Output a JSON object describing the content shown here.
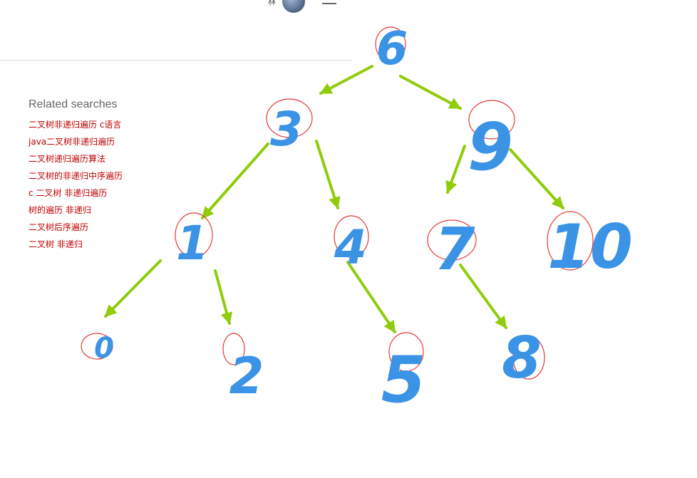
{
  "header": {
    "username": "林",
    "avatar_icon": "user-avatar",
    "menu_icon": "minimize-icon"
  },
  "related_searches": {
    "title": "Related searches",
    "items": [
      {
        "label": "二叉树非递归遍历 c语言"
      },
      {
        "label": "java二叉树非递归遍历"
      },
      {
        "label": "二叉树递归遍历算法"
      },
      {
        "label": "二叉树的非递归中序遍历"
      },
      {
        "label": "c 二叉树 非递归遍历"
      },
      {
        "label": "树的遍历 非递归"
      },
      {
        "label": "二叉树后序遍历"
      },
      {
        "label": "二叉树 非递归"
      }
    ],
    "link_color": "#c00000"
  },
  "tree": {
    "node_color": "#3b93e6",
    "circle_color": "#e53935",
    "arrow_color": "#8fcc0a",
    "nodes": [
      {
        "id": "n6",
        "label": "6"
      },
      {
        "id": "n3",
        "label": "3"
      },
      {
        "id": "n9",
        "label": "9"
      },
      {
        "id": "n1",
        "label": "1"
      },
      {
        "id": "n4",
        "label": "4"
      },
      {
        "id": "n7",
        "label": "7"
      },
      {
        "id": "n10",
        "label": "10"
      },
      {
        "id": "n0",
        "label": "0"
      },
      {
        "id": "n2",
        "label": "2"
      },
      {
        "id": "n5",
        "label": "5"
      },
      {
        "id": "n8",
        "label": "8"
      }
    ],
    "edges": [
      {
        "from": "6",
        "to": "3"
      },
      {
        "from": "6",
        "to": "9"
      },
      {
        "from": "3",
        "to": "1"
      },
      {
        "from": "3",
        "to": "4"
      },
      {
        "from": "9",
        "to": "7"
      },
      {
        "from": "9",
        "to": "10"
      },
      {
        "from": "1",
        "to": "0"
      },
      {
        "from": "1",
        "to": "2"
      },
      {
        "from": "4",
        "to": "5"
      },
      {
        "from": "7",
        "to": "8"
      }
    ]
  }
}
